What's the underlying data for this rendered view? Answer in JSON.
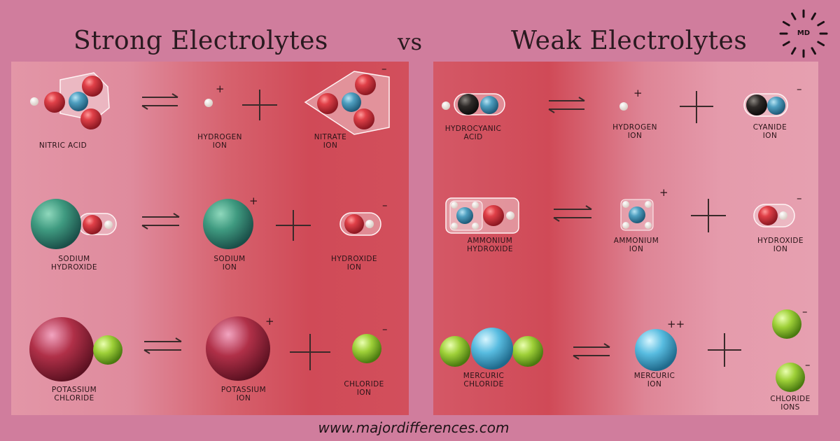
{
  "header": {
    "title_left": "Strong Electrolytes",
    "vs": "vs",
    "title_right": "Weak Electrolytes",
    "logo_text": "MD"
  },
  "strong": {
    "row1": {
      "reactant": "NITRIC ACID",
      "product1_l1": "HYDROGEN",
      "product1_l2": "ION",
      "product2_l1": "NITRATE",
      "product2_l2": "ION",
      "charge1": "+",
      "charge2": "–"
    },
    "row2": {
      "reactant_l1": "SODIUM",
      "reactant_l2": "HYDROXIDE",
      "product1_l1": "SODIUM",
      "product1_l2": "ION",
      "product2_l1": "HYDROXIDE",
      "product2_l2": "ION",
      "charge1": "+",
      "charge2": "–"
    },
    "row3": {
      "reactant_l1": "POTASSIUM",
      "reactant_l2": "CHLORIDE",
      "product1_l1": "POTASSIUM",
      "product1_l2": "ION",
      "product2_l1": "CHLORIDE",
      "product2_l2": "ION",
      "charge1": "+",
      "charge2": "–"
    }
  },
  "weak": {
    "row1": {
      "reactant_l1": "HYDROCYANIC",
      "reactant_l2": "ACID",
      "product1_l1": "HYDROGEN",
      "product1_l2": "ION",
      "product2_l1": "CYANIDE",
      "product2_l2": "ION",
      "charge1": "+",
      "charge2": "–"
    },
    "row2": {
      "reactant_l1": "AMMONIUM",
      "reactant_l2": "HYDROXIDE",
      "product1_l1": "AMMONIUM",
      "product1_l2": "ION",
      "product2_l1": "HYDROXIDE",
      "product2_l2": "ION",
      "charge1": "+",
      "charge2": "–"
    },
    "row3": {
      "reactant_l1": "MERCURIC",
      "reactant_l2": "CHLORIDE",
      "product1_l1": "MERCURIC",
      "product1_l2": "ION",
      "product2_l1": "CHLORIDE",
      "product2_l2": "IONS",
      "charge1": "++",
      "charge2a": "–",
      "charge2b": "–"
    }
  },
  "footer": {
    "url": "www.majordifferences.com"
  },
  "colors": {
    "background": "#d07d9d",
    "oxygen": "#c9303a",
    "nitrogen": "#4f9fc0",
    "hydrogen": "#f4ece4",
    "carbon": "#2e2a28",
    "sodium": "#3f9a80",
    "potassium": "#b03048",
    "chlorine": "#9ed038",
    "mercury": "#58bce0"
  }
}
